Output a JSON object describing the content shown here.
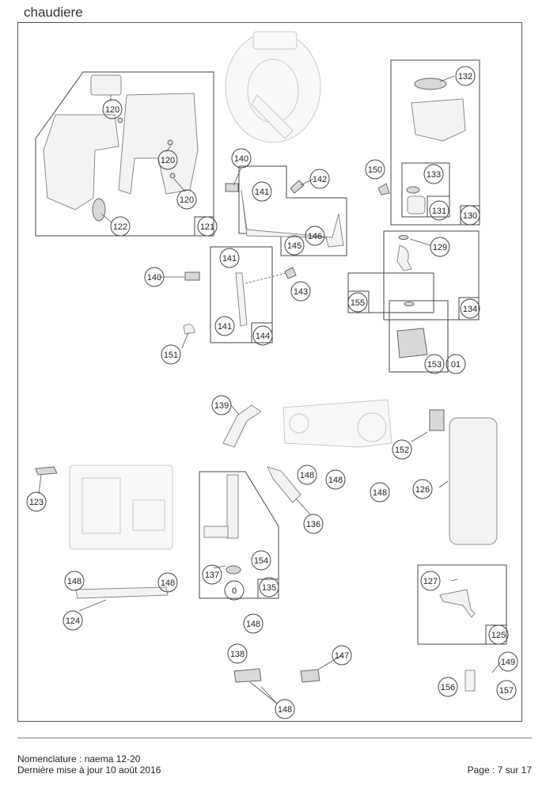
{
  "page_title": "chaudiere",
  "callouts": {
    "c120a": "120",
    "c120b": "120",
    "c120c": "120",
    "c122": "122",
    "c121": "121",
    "c140a": "140",
    "c141a": "141",
    "c142": "142",
    "c145": "145",
    "c146": "146",
    "c150": "150",
    "c132": "132",
    "c133": "133",
    "c131": "131",
    "c130": "130",
    "c129": "129",
    "c155": "155",
    "c134": "134",
    "c153": "153",
    "c01": "01",
    "c140b": "140",
    "c141b": "141",
    "c143": "143",
    "c141c": "141",
    "c144": "144",
    "c151": "151",
    "c139": "139",
    "c152": "152",
    "c126": "126",
    "c148a": "148",
    "c148b": "148",
    "c148c": "148",
    "c136": "136",
    "c123": "123",
    "c148d": "148",
    "c148e": "148",
    "c124": "124",
    "c154": "154",
    "c137": "137",
    "c0": "0",
    "c135": "135",
    "c148f": "148",
    "c127": "127",
    "c125": "125",
    "c138": "138",
    "c147": "147",
    "c149": "149",
    "c156": "156",
    "c157": "157",
    "c148g": "148"
  },
  "footer": {
    "nomenclature": "Nomenclature : naema 12-20",
    "last_update": "Dernière mise à jour 10 août 2016",
    "page": "Page : 7 sur 17"
  }
}
